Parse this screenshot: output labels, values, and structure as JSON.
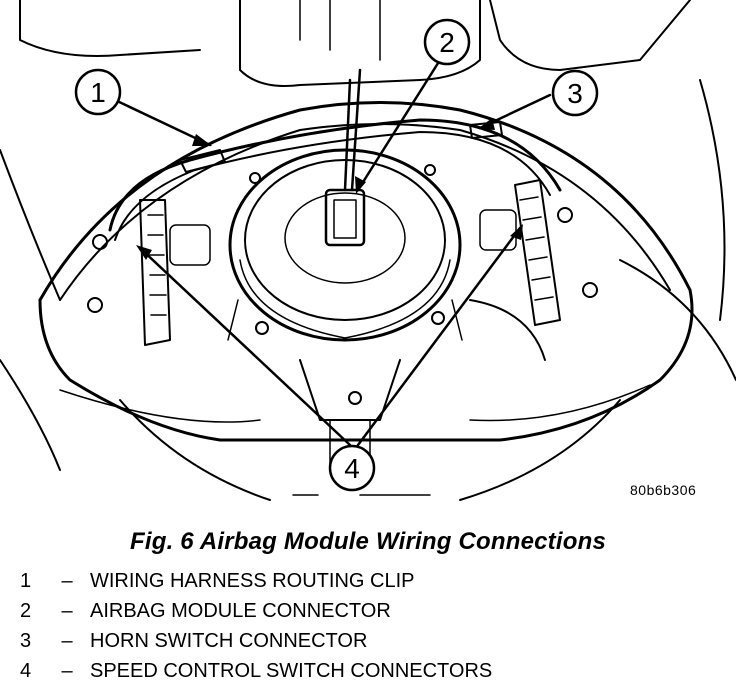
{
  "figure": {
    "caption": "Fig. 6 Airbag Module Wiring Connections",
    "reference_code": "80b6b306"
  },
  "callouts": [
    {
      "number": "1"
    },
    {
      "number": "2"
    },
    {
      "number": "3"
    },
    {
      "number": "4"
    }
  ],
  "legend": [
    {
      "number": "1",
      "separator": "–",
      "text": "WIRING HARNESS ROUTING CLIP"
    },
    {
      "number": "2",
      "separator": "–",
      "text": "AIRBAG MODULE CONNECTOR"
    },
    {
      "number": "3",
      "separator": "–",
      "text": "HORN SWITCH CONNECTOR"
    },
    {
      "number": "4",
      "separator": "–",
      "text": "SPEED CONTROL SWITCH CONNECTORS"
    }
  ]
}
